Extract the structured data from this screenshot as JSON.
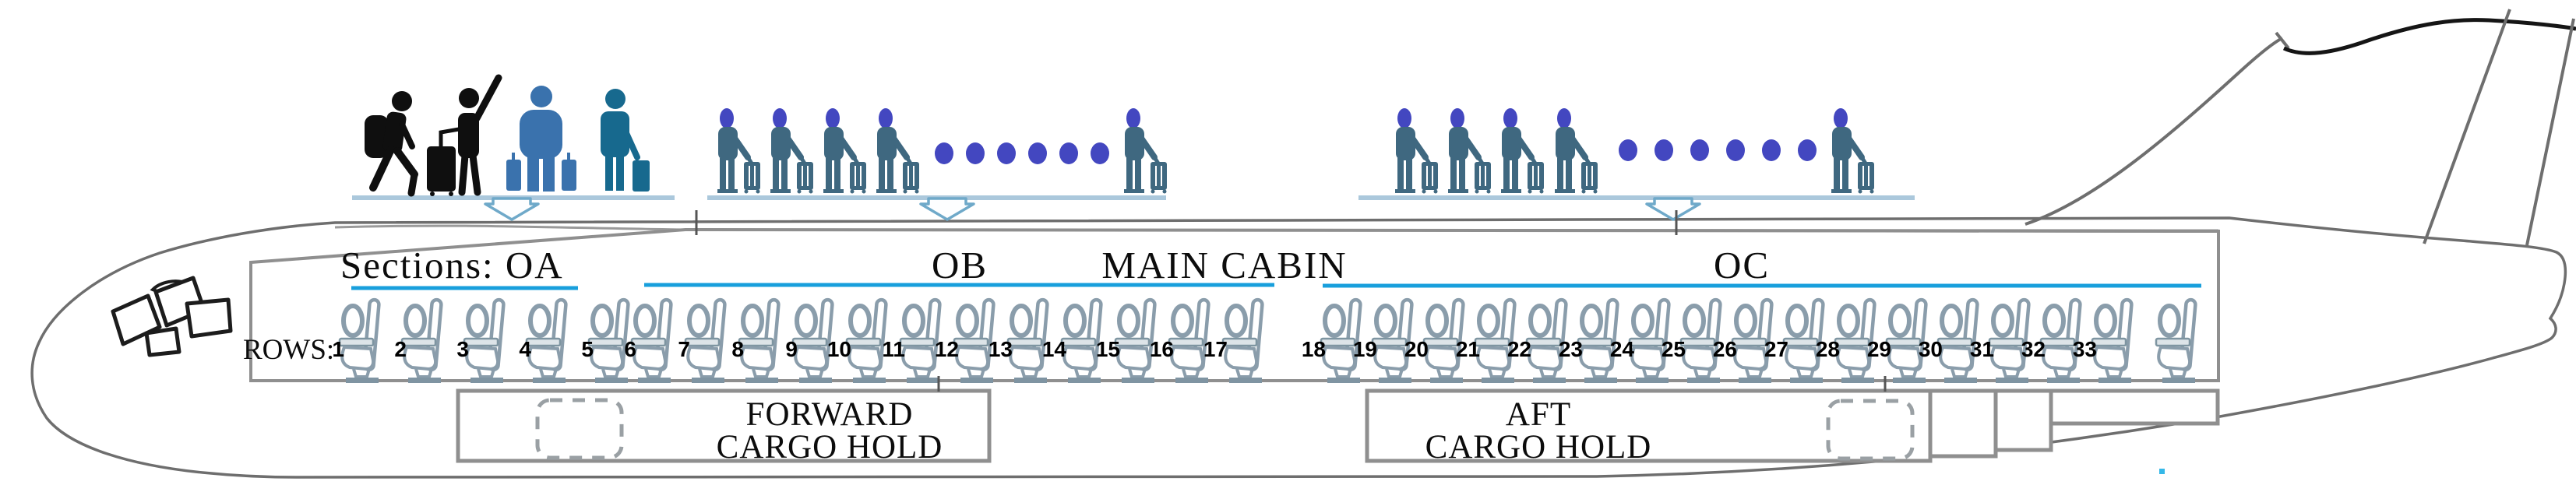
{
  "diagram": {
    "sections_label": "Sections: OA",
    "section_ob_label": "OB",
    "main_cabin_label": "MAIN CABIN",
    "section_oc_label": "OC",
    "rows_label": "ROWS:",
    "row_numbers": [
      1,
      2,
      3,
      4,
      5,
      6,
      7,
      8,
      9,
      10,
      11,
      12,
      13,
      14,
      15,
      16,
      17,
      18,
      19,
      20,
      21,
      22,
      23,
      24,
      25,
      26,
      27,
      28,
      29,
      30,
      31,
      32,
      33
    ],
    "sections": [
      {
        "id": "OA",
        "first_row": 1,
        "last_row": 5
      },
      {
        "id": "OB",
        "first_row": 6,
        "last_row": 17
      },
      {
        "id": "OC",
        "first_row": 18,
        "last_row": 33
      }
    ],
    "forward_cargo": [
      "FORWARD",
      "CARGO HOLD"
    ],
    "aft_cargo": [
      "AFT",
      "CARGO HOLD"
    ],
    "queues": [
      {
        "name": "forward-door-queue",
        "figure_types": [
          "walking-passenger-with-backpack",
          "waving-passenger-with-suitcase",
          "passenger-with-two-bags",
          "passenger-with-bag"
        ],
        "dots": 0,
        "trailing_figures": 0
      },
      {
        "name": "mid-door-queue",
        "figures_with_rolling_bags": 4,
        "dots": 6,
        "trailing_figures": 1
      },
      {
        "name": "aft-door-queue",
        "figures_with_rolling_bags": 4,
        "dots": 6,
        "trailing_figures": 1
      }
    ],
    "colors": {
      "underline_cyan": "#189fdc",
      "indigo_head_dot": "#4347c0",
      "slate_passenger": "#3f6880",
      "steel_blue_passenger": "#3a72ad",
      "teal_passenger": "#17698e",
      "black_passenger": "#0f0f0f",
      "platform_blue": "#abc8dc",
      "arrow_outline": "#6fa9c9",
      "seat_outline": "#8a9dab",
      "seat_dark": "#7f94a2",
      "fuselage_gray": "#6e6e6e",
      "box_gray": "#8f8f8f"
    }
  }
}
